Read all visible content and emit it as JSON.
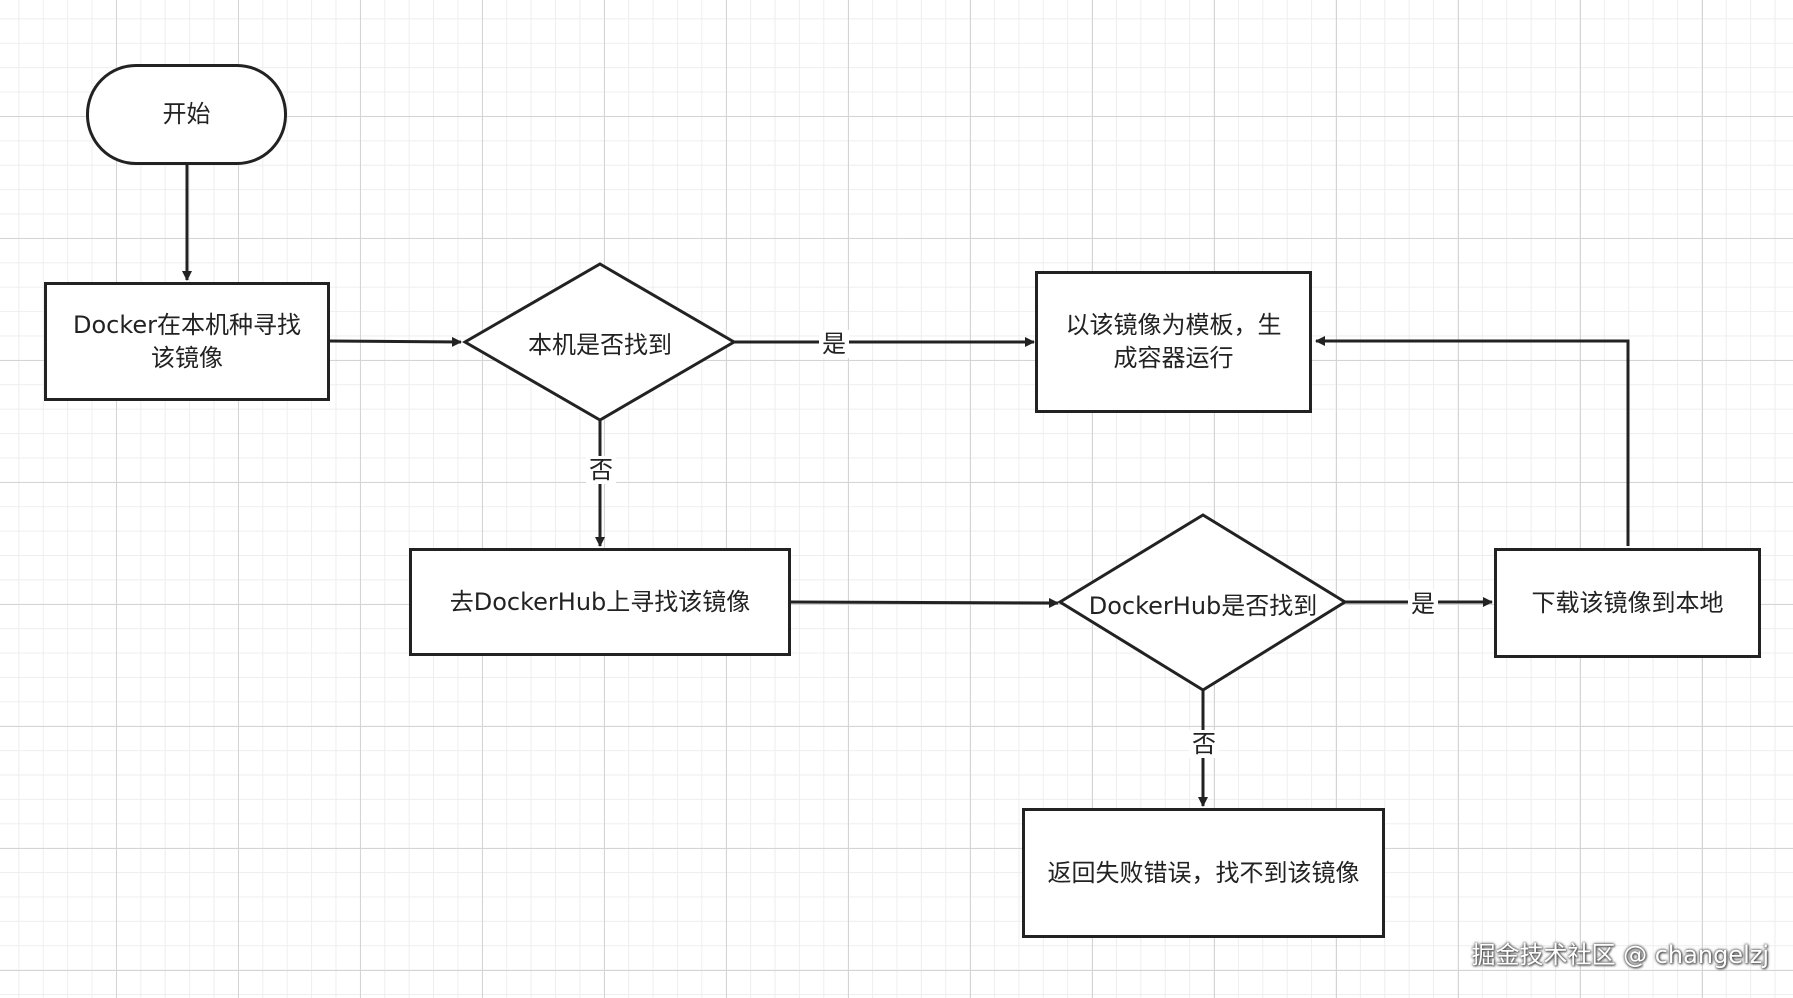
{
  "diagram": {
    "nodes": {
      "start": "开始",
      "search_local": "Docker在本机种寻找该镜像",
      "found_local": "本机是否找到",
      "run_container": "以该镜像为模板，生成容器运行",
      "search_hub": "去DockerHub上寻找该镜像",
      "found_hub": "DockerHub是否找到",
      "download": "下载该镜像到本地",
      "error": "返回失败错误，找不到该镜像"
    },
    "edge_labels": {
      "local_yes": "是",
      "local_no": "否",
      "hub_yes": "是",
      "hub_no": "否"
    }
  },
  "watermark": "掘金技术社区 @ changelzj"
}
